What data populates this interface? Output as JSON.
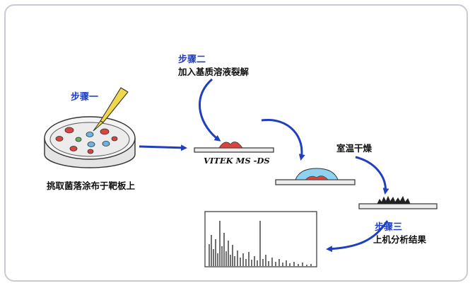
{
  "steps": {
    "step1": {
      "title": "步骤一",
      "caption": "挑取菌落涂布于靶板上"
    },
    "step2": {
      "title": "步骤二",
      "caption": "加入基质溶液裂解"
    },
    "plate_label": "VITEK MS -DS",
    "dry_caption": "室温干燥",
    "step3": {
      "title": "步骤三",
      "caption": "上机分析结果"
    }
  },
  "colors": {
    "arrow": "#1f3fbf",
    "step_text": "#1f3fbf",
    "colony_red": "#d8453f",
    "colony_blue": "#6fb3e0",
    "colony_green": "#5fb35a",
    "pipette": "#f1d84a",
    "droplet": "#8fd1f0",
    "frame": "#c7ccd4"
  },
  "icons": [
    "petri-dish-icon",
    "pipette-icon",
    "target-plate-icon",
    "mass-spectrum-icon",
    "arrow-icon"
  ]
}
